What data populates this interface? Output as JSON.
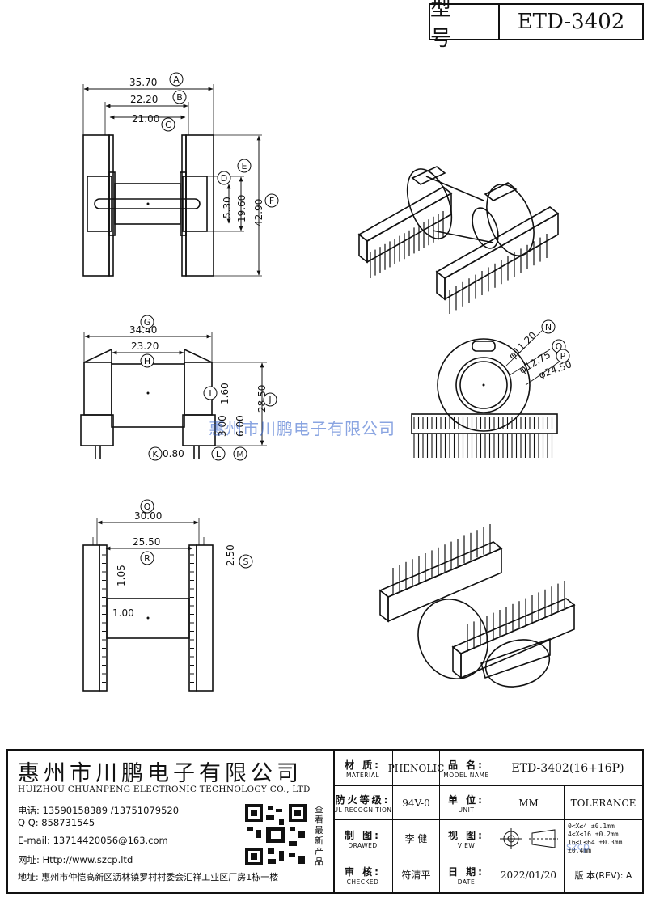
{
  "header": {
    "label": "型 号",
    "model": "ETD-3402"
  },
  "dims_top": {
    "A": "35.70",
    "B": "22.20",
    "C": "21.00",
    "D": "5.30",
    "E": "19.60",
    "F": "42.90"
  },
  "dims_mid": {
    "G": "34.40",
    "H": "23.20",
    "I": "1.60",
    "J": "28.50",
    "K": "0.80",
    "L": "3.00",
    "M": "6.00"
  },
  "dims_bot": {
    "Q": "30.00",
    "R": "25.50",
    "S": "2.50",
    "d1": "1.05",
    "d2": "1.00"
  },
  "dims_round": {
    "N": "φ11.20",
    "O": "φ12.75",
    "P": "φ24.50"
  },
  "letters": [
    "A",
    "B",
    "C",
    "D",
    "E",
    "F",
    "G",
    "H",
    "I",
    "J",
    "K",
    "L",
    "M",
    "N",
    "O",
    "P",
    "Q",
    "R",
    "S"
  ],
  "watermark": "惠州市川鹏电子有限公司",
  "company": {
    "name_cn": "惠州市川鹏电子有限公司",
    "name_en": "HUIZHOU CHUANPENG ELECTRONIC TECHNOLOGY CO., LTD",
    "phone": "电话: 13590158389 /13751079520",
    "qq": "Q Q:  858731545",
    "email": "E-mail: 13714420056@163.com",
    "web": "网址: Http://www.szcp.ltd",
    "address": "地址: 惠州市仲恺高新区沥林镇罗村村委会汇祥工业区厂房1栋一楼",
    "qr_caption": "查看最新产品"
  },
  "table": {
    "material_cn": "材 质:",
    "material_en": "MATERIAL",
    "material_val": "PHENOLIC",
    "part_cn": "品 名:",
    "part_en": "MODEL NAME",
    "part_val": "ETD-3402(16+16P)",
    "flame_cn": "防火等级:",
    "flame_en": "UL RECOGNITION",
    "flame_val": "94V-0",
    "unit_cn": "单 位:",
    "unit_en": "UNIT",
    "unit_val": "MM",
    "tolerance": "TOLERANCE",
    "drawn_cn": "制 图:",
    "drawn_en": "DRAWED",
    "drawn_val": "李 健",
    "view_cn": "视 图:",
    "view_en": "VIEW",
    "tol_lines": [
      "0<X≤4   ±0.1mm",
      "4<X≤16  ±0.2mm",
      "16<L≤64 ±0.3mm",
      "      ±0.4mm"
    ],
    "checked_cn": "审 核:",
    "checked_en": "CHECKED",
    "checked_val": "符清平",
    "date_cn": "日 期:",
    "date_en": "DATE",
    "date_val": "2022/01/20",
    "rev": "版 本(REV): A"
  },
  "site_mark": "szcp"
}
